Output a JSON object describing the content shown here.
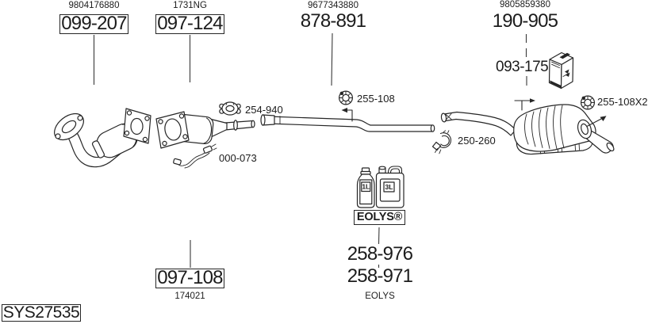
{
  "colors": {
    "ink": "#262626",
    "background": "#ffffff"
  },
  "system": {
    "code": "SYS27535"
  },
  "callouts": {
    "front_pipe": {
      "oem": "9804176880",
      "part": "099-207"
    },
    "catalyst": {
      "oem": "1731NG",
      "part": "097-124"
    },
    "center_pipe": {
      "oem": "9677343880",
      "part": "878-891"
    },
    "rear_silencer": {
      "oem": "9805859380",
      "part": "190-905"
    },
    "mounting_kit": {
      "part": "093-175"
    },
    "clamp_center": {
      "part": "254-940"
    },
    "hanger_center": {
      "part": "255-108"
    },
    "sensor_pipe": {
      "part": "000-073"
    },
    "clamp_rear": {
      "part": "250-260"
    },
    "hanger_rear": {
      "part": "255-108X2"
    },
    "bracket": {
      "part": "097-108",
      "oem": "174021"
    }
  },
  "additive": {
    "brand_boxed": "EOLYS®",
    "bottle_small_label": "1L",
    "bottle_large_label": "3L",
    "part_primary": "258-976",
    "part_secondary": "258-971",
    "caption": "EOLYS"
  },
  "icons": {
    "hanger": "rubber-hanger-icon",
    "clamp_center": "band-clamp-icon",
    "clamp_rear": "u-clamp-icon",
    "mounting_kit": "parts-box-icon",
    "additive_small": "bottle-1l-icon",
    "additive_large": "canister-3l-icon"
  }
}
